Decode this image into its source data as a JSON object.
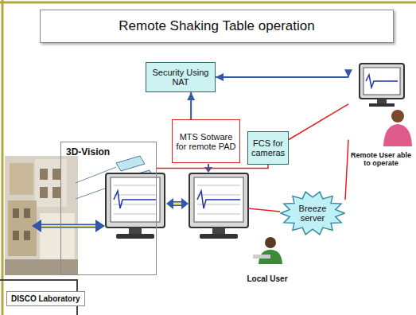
{
  "diagram": {
    "title": "Remote Shaking Table operation",
    "nodes": [
      {
        "text": [
          "Security Using NAT"
        ]
      },
      {
        "text": [
          "MTS Sotware for remote PAD"
        ]
      },
      {
        "text": [
          "FCS for cameras"
        ]
      },
      {
        "text": [
          "Remote User able to operate"
        ]
      },
      {
        "text": [
          "3D-Vision"
        ]
      },
      {
        "text": [
          "Breeze server"
        ]
      },
      {
        "text": [
          "Local User"
        ]
      }
    ],
    "edges": [
      {
        "from": 1,
        "to": 0,
        "arrow": "to"
      },
      {
        "from": 0,
        "to": 3,
        "arrow": "both"
      },
      {
        "from": 4,
        "to": 2,
        "arrow": "none"
      },
      {
        "from": 2,
        "to": 3,
        "arrow": "none"
      },
      {
        "from": 5,
        "to": 3,
        "arrow": "none"
      }
    ],
    "labels": [
      "DISCO Laboratory"
    ]
  }
}
